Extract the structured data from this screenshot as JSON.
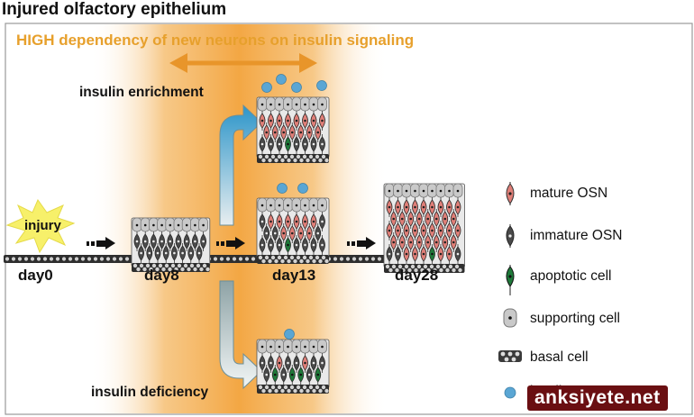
{
  "title": "Injured olfactory epithelium",
  "subtitle": "HIGH dependency of new neurons on insulin signaling",
  "injury_label": "injury",
  "conditions": {
    "enrichment": "insulin enrichment",
    "deficiency": "insulin deficiency"
  },
  "days": [
    "day0",
    "day8",
    "day13",
    "day28"
  ],
  "legend": [
    {
      "label": "mature OSN",
      "icon": "mature-osn-icon"
    },
    {
      "label": "immature OSN",
      "icon": "immature-osn-icon"
    },
    {
      "label": "apoptotic cell",
      "icon": "apoptotic-cell-icon"
    },
    {
      "label": "supporting cell",
      "icon": "supporting-cell-icon"
    },
    {
      "label": "basal cell",
      "icon": "basal-cell-icon"
    },
    {
      "label": "insulin",
      "icon": "insulin-icon"
    }
  ],
  "watermark": "anksiyete.net",
  "colors": {
    "window": "#f2a02e",
    "mature": "#e07f78",
    "immature": "#4a4a4a",
    "apoptotic": "#1f7a3a",
    "supporting": "#c9c9c9",
    "insulin": "#5aa6d4"
  }
}
